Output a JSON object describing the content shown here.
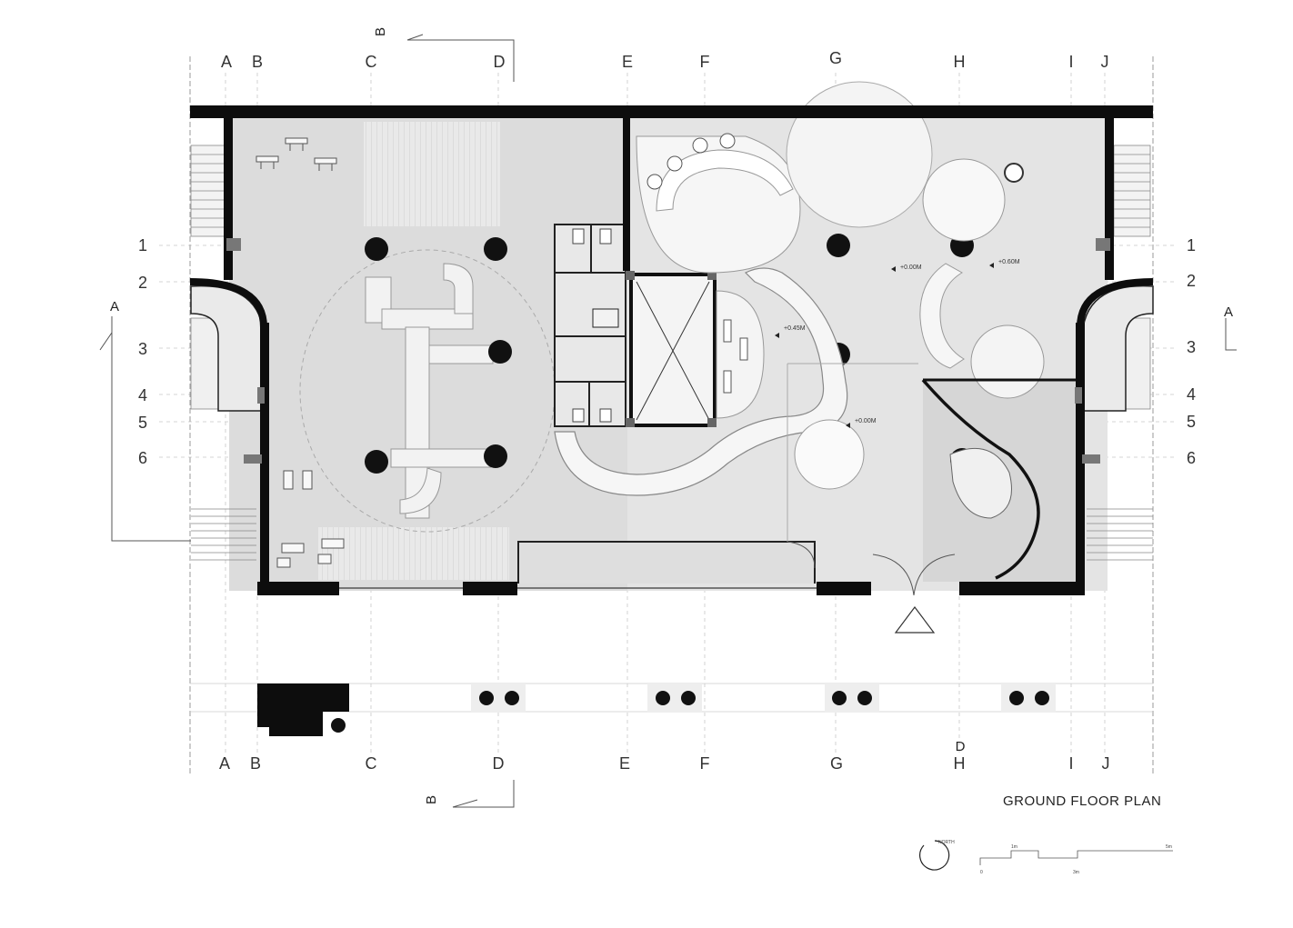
{
  "grid": {
    "columns": [
      "A",
      "B",
      "C",
      "D",
      "E",
      "F",
      "G",
      "H",
      "I",
      "J"
    ],
    "rows": [
      "1",
      "2",
      "3",
      "4",
      "5",
      "6"
    ]
  },
  "sections": {
    "a": "A",
    "b": "B",
    "d": "D"
  },
  "levels": {
    "l1": "+0.00M",
    "l2": "+0.60M",
    "l3": "+0.45M",
    "l4": "+0.00M"
  },
  "title": "GROUND FLOOR PLAN",
  "north": "NORTH",
  "scale": {
    "s0": "0",
    "s1": "1m",
    "s2": "3m",
    "s3": "5m"
  }
}
